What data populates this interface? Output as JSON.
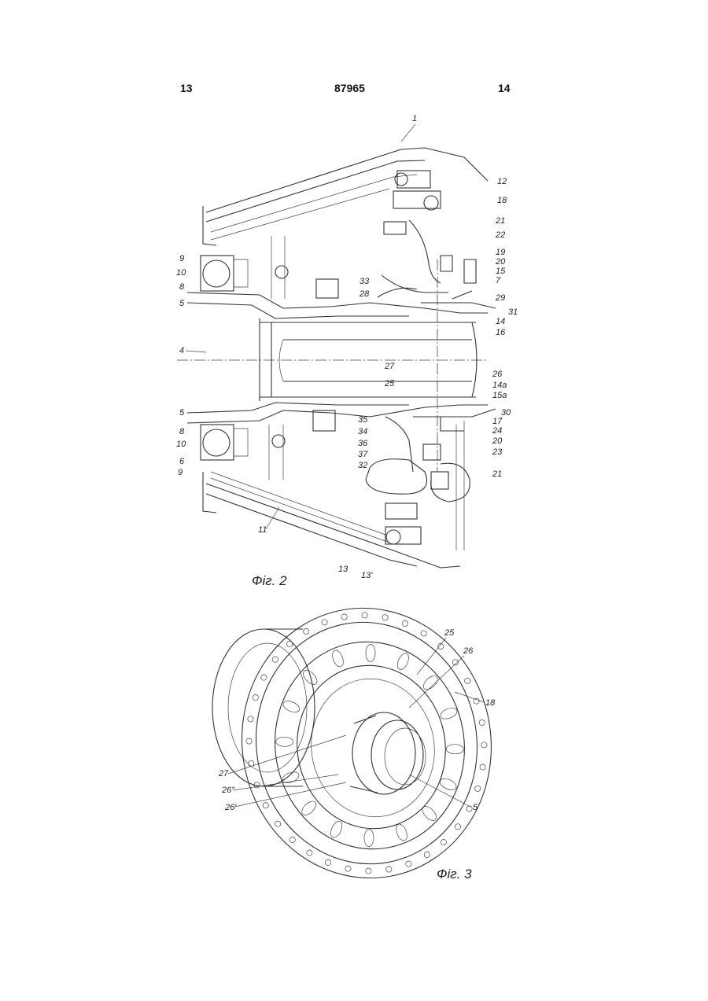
{
  "header": {
    "left_page": "13",
    "center_number": "87965",
    "right_page": "14"
  },
  "figure2": {
    "caption": "Фіг. 2",
    "labels": [
      "1",
      "12",
      "18",
      "21",
      "22",
      "19",
      "20",
      "15",
      "7",
      "29",
      "31",
      "14",
      "16",
      "9",
      "10",
      "8",
      "5",
      "33",
      "28",
      "4",
      "27",
      "26",
      "14a",
      "25",
      "15a",
      "5",
      "30",
      "35",
      "17",
      "34",
      "24",
      "36",
      "20",
      "37",
      "23",
      "8",
      "10",
      "6",
      "9",
      "32",
      "21",
      "11",
      "13",
      "13'"
    ]
  },
  "figure3": {
    "caption": "Фіг. 3",
    "labels": [
      "25",
      "26",
      "18",
      "27",
      "26\"",
      "26'",
      "5"
    ]
  }
}
